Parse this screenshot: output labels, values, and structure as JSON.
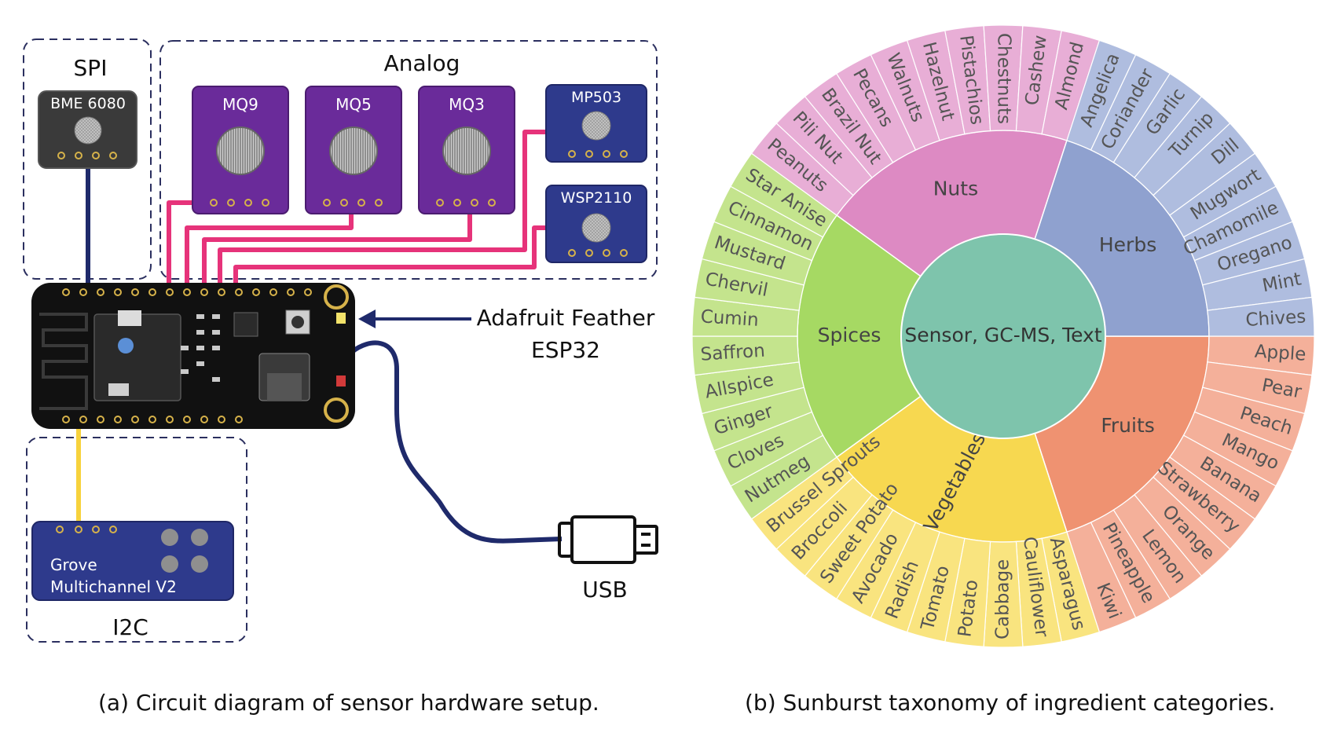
{
  "circuit": {
    "group_spi_label": "SPI",
    "group_analog_label": "Analog",
    "group_i2c_label": "I2C",
    "sensor_bme": "BME 6080",
    "sensor_mq9": "MQ9",
    "sensor_mq5": "MQ5",
    "sensor_mq3": "MQ3",
    "sensor_mp503": "MP503",
    "sensor_wsp2110": "WSP2110",
    "grove_line1": "Grove",
    "grove_line2": "Multichannel V2",
    "board_label_line1": "Adafruit Feather",
    "board_label_line2": "ESP32",
    "usb_label": "USB",
    "colors": {
      "purple_sensor": "#6a2b9a",
      "blue_sensor": "#2e3a8c",
      "analog_wire": "#e6337a",
      "spi_wire": "#1f2a6b",
      "i2c_wire": "#f7d23c",
      "board": "#111111"
    }
  },
  "sunburst": {
    "center_label": "Sensor, GC-MS, Text",
    "categories": [
      {
        "name": "Fruits",
        "color": "#ef9271",
        "leaf_color": "#f4b09a",
        "items": [
          "Apple",
          "Pear",
          "Peach",
          "Mango",
          "Banana",
          "Strawberry",
          "Orange",
          "Lemon",
          "Pineapple",
          "Kiwi"
        ]
      },
      {
        "name": "Vegetables",
        "color": "#f7d850",
        "leaf_color": "#f9e47f",
        "items": [
          "Asparagus",
          "Cauliflower",
          "Cabbage",
          "Potato",
          "Tomato",
          "Radish",
          "Avocado",
          "Sweet Potato",
          "Broccoli",
          "Brussel Sprouts"
        ]
      },
      {
        "name": "Spices",
        "color": "#a6d963",
        "leaf_color": "#c4e48d",
        "items": [
          "Nutmeg",
          "Cloves",
          "Ginger",
          "Allspice",
          "Saffron",
          "Cumin",
          "Chervil",
          "Mustard",
          "Cinnamon",
          "Star Anise"
        ]
      },
      {
        "name": "Nuts",
        "color": "#dd8ac3",
        "leaf_color": "#e8aed6",
        "items": [
          "Peanuts",
          "Pili Nut",
          "Brazil Nut",
          "Pecans",
          "Walnuts",
          "Hazelnut",
          "Pistachios",
          "Chestnuts",
          "Cashew",
          "Almond"
        ]
      },
      {
        "name": "Herbs",
        "color": "#8fa1cf",
        "leaf_color": "#afbddf",
        "items": [
          "Angelica",
          "Coriander",
          "Garlic",
          "Turnip",
          "Dill",
          "Mugwort",
          "Chamomile",
          "Oregano",
          "Mint",
          "Chives"
        ]
      }
    ],
    "center_color": "#7ec4ac"
  },
  "captions": {
    "a": "(a) Circuit diagram of sensor hardware setup.",
    "b": "(b) Sunburst taxonomy of ingredient categories."
  }
}
